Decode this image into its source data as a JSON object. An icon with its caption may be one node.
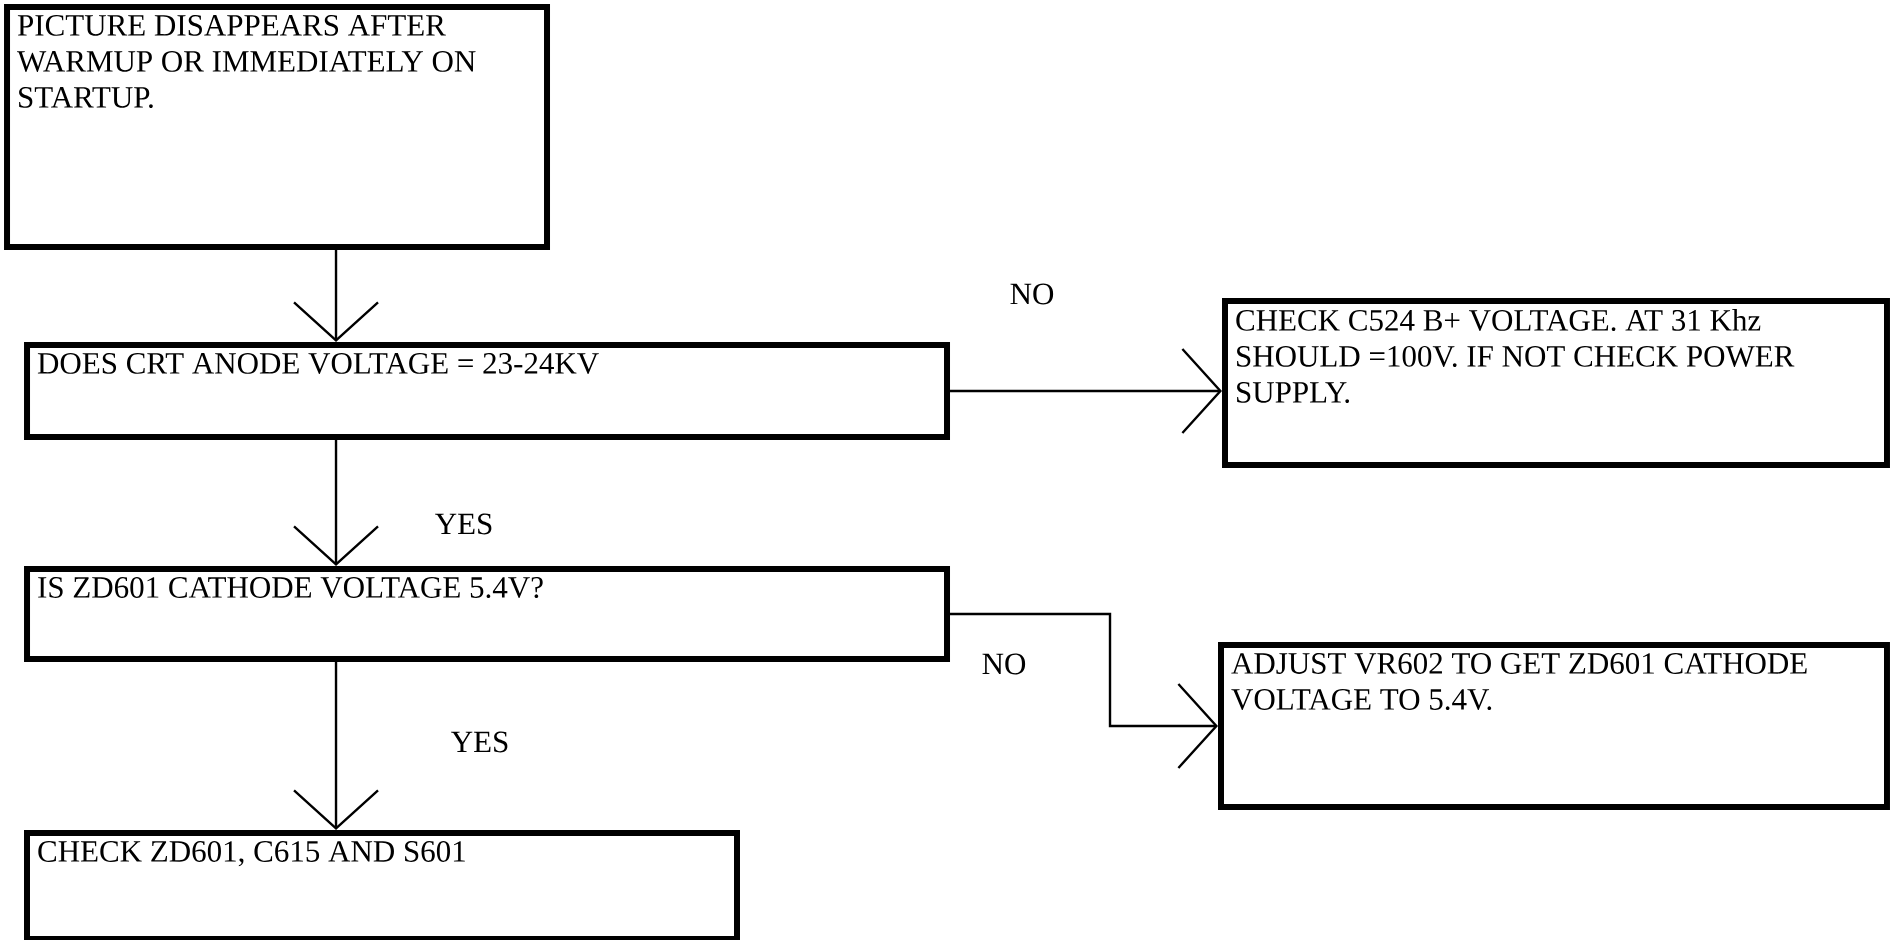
{
  "diagram": {
    "nodes": [
      {
        "text": [
          "PICTURE DISAPPEARS AFTER WARMUP OR IMMEDIATELY ON STARTUP."
        ]
      },
      {
        "text": [
          "DOES CRT ANODE VOLTAGE = 23-24KV"
        ]
      },
      {
        "text": [
          "CHECK C524 B+ VOLTAGE. AT 31 Khz SHOULD =100V. IF NOT CHECK POWER SUPPLY."
        ]
      },
      {
        "text": [
          "IS ZD601 CATHODE VOLTAGE 5.4V?"
        ]
      },
      {
        "text": [
          "ADJUST VR602 TO GET ZD601 CATHODE VOLTAGE TO 5.4V."
        ]
      },
      {
        "text": [
          "CHECK ZD601, C615 AND S601"
        ]
      }
    ],
    "edges": [
      {
        "from": 0,
        "to": 1,
        "arrow": "to"
      },
      {
        "from": 1,
        "to": 2,
        "arrow": "to",
        "label": "NO"
      },
      {
        "from": 1,
        "to": 3,
        "arrow": "to",
        "label": "YES"
      },
      {
        "from": 3,
        "to": 4,
        "arrow": "to",
        "label": "NO"
      },
      {
        "from": 3,
        "to": 5,
        "arrow": "to",
        "label": "YES"
      }
    ]
  }
}
